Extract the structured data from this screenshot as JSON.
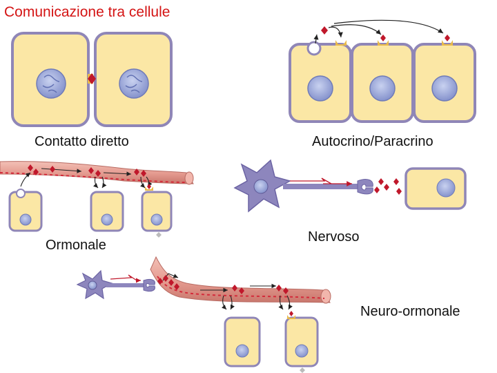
{
  "title": "Comunicazione tra cellule",
  "labels": {
    "contact": "Contatto diretto",
    "autocrine": "Autocrino/Paracrino",
    "hormonal": "Ormonale",
    "nervous": "Nervoso",
    "neurohormonal": "Neuro-ormonale"
  },
  "colors": {
    "title": "#d41414",
    "cell_fill": "#fbe7a5",
    "cell_border": "#8f86b7",
    "nucleus": "#9aa8d6",
    "signal": "#c0182b",
    "receptor": "#e8b94a",
    "vessel": "#e9a39a",
    "neuron": "#8d86bd"
  }
}
